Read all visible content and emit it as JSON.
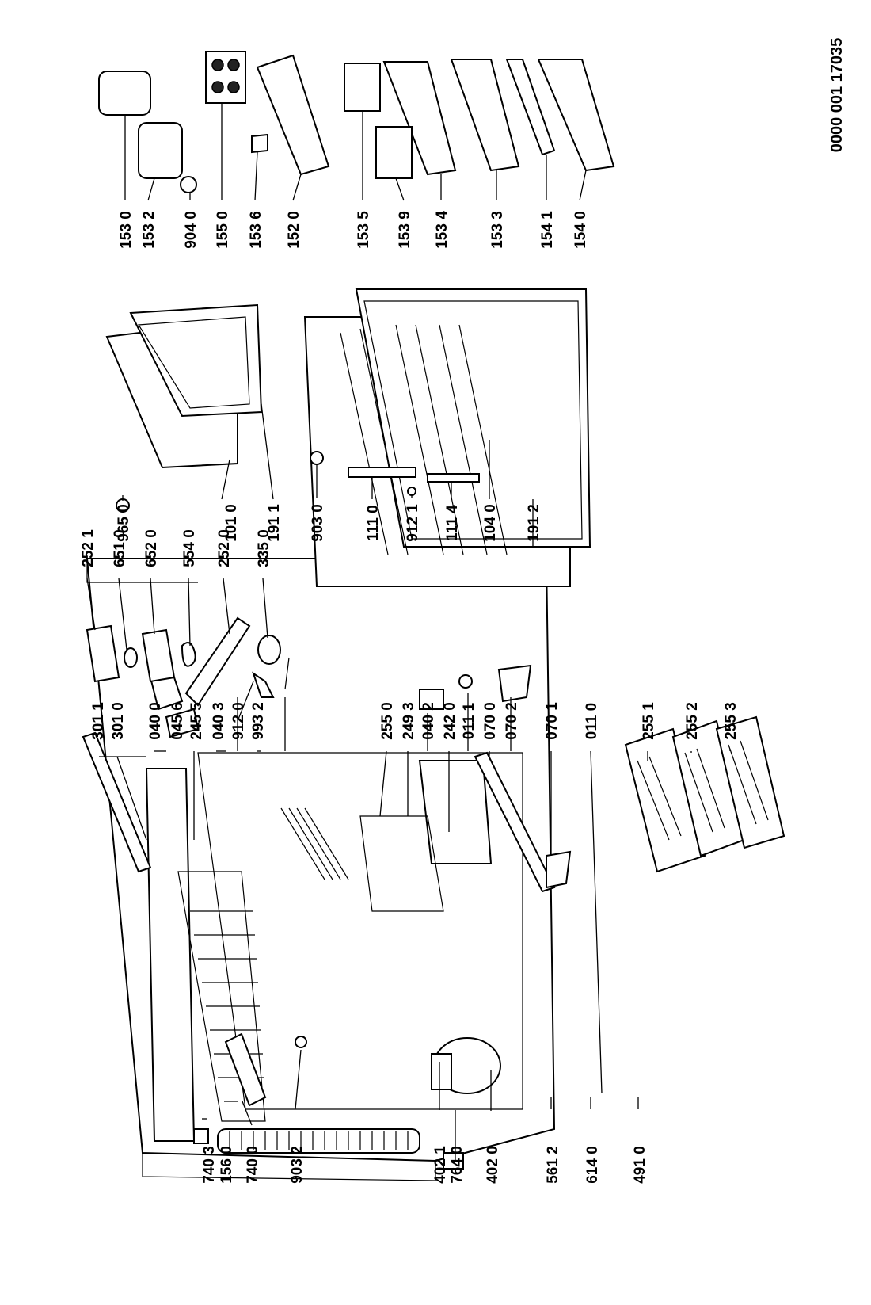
{
  "document_id": "0000 001 17035",
  "parts": {
    "p7403": "740 3",
    "p1560": "156 0",
    "p7400": "740 0",
    "p9032": "903 2",
    "p4021": "402 1",
    "p7640": "764 0",
    "p4020": "402 0",
    "p5612": "561 2",
    "p6140": "614 0",
    "p4910": "491 0",
    "p3011": "301 1",
    "p3010": "301 0",
    "p0400": "040 0",
    "p0456": "045 6",
    "p2455": "245 5",
    "p0403": "040 3",
    "p9120": "912 0",
    "p9932": "993 2",
    "p2550": "255 0",
    "p2493": "249 3",
    "p0402": "040 2",
    "p2420": "242 0",
    "p0111": "011 1",
    "p0700": "070 0",
    "p0702": "070 2",
    "p0701": "070 1",
    "p0110": "011 0",
    "p2551": "255 1",
    "p2552": "255 2",
    "p2553": "255 3",
    "p2521": "252 1",
    "p6510": "651 0",
    "p6520": "652 0",
    "p5540": "554 0",
    "p2520": "252 0",
    "p3350": "335 0",
    "p9650": "965 0",
    "p1010": "101 0",
    "p1911": "191 1",
    "p9030": "903 0",
    "p1110": "111 0",
    "p9121": "912 1",
    "p1114": "111 4",
    "p1040": "104 0",
    "p1912": "191 2",
    "p1530": "153 0",
    "p1532": "153 2",
    "p9040": "904 0",
    "p1550": "155 0",
    "p1536": "153 6",
    "p1520": "152 0",
    "p1535": "153 5",
    "p1539": "153 9",
    "p1534": "153 4",
    "p1533": "153 3",
    "p1541": "154 1",
    "p1540": "154 0"
  }
}
